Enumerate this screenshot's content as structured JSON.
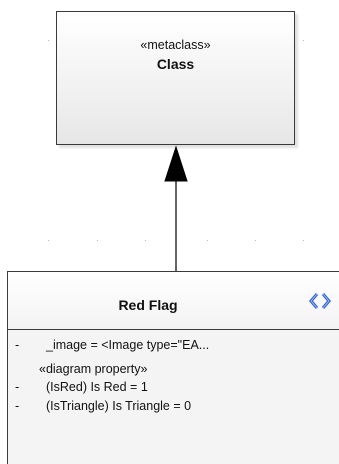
{
  "diagram": {
    "metaclass": {
      "stereotype": "«metaclass»",
      "name": "Class"
    },
    "connector": {
      "type": "generalization"
    },
    "element": {
      "name": "Red Flag",
      "type_icon": "enumeration-icon",
      "attributes": [
        {
          "visibility": "-",
          "text": "_image = <Image type=\"EA..."
        }
      ],
      "group_label": "«diagram property»",
      "group_attributes": [
        {
          "visibility": "-",
          "text": "(IsRed) Is Red = 1"
        },
        {
          "visibility": "-",
          "text": "(IsTriangle) Is Triangle = 0"
        }
      ]
    }
  },
  "colors": {
    "border": "#3a3a3a",
    "fill": "#f4f4f4",
    "icon": "#2b5fd0"
  }
}
